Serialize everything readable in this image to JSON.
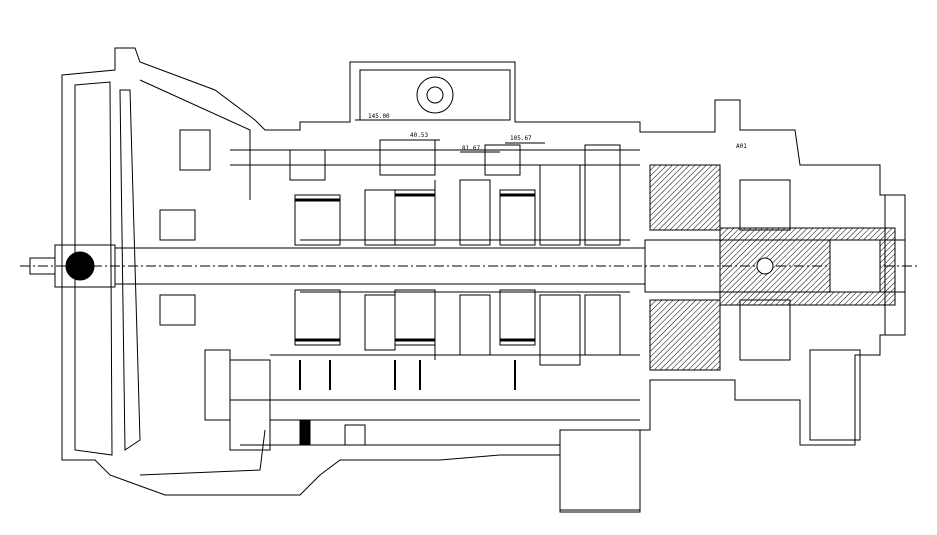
{
  "drawing": {
    "subject": "gearbox-cross-section",
    "dimensions": [
      {
        "id": "dim-top-left",
        "label": "145.00"
      },
      {
        "id": "dim-upper-left",
        "label": "40.53"
      },
      {
        "id": "dim-middle",
        "label": "81.67"
      },
      {
        "id": "dim-right",
        "label": "105.67"
      },
      {
        "id": "dim-rear",
        "label": "A01"
      }
    ],
    "colors": {
      "line": "#000000",
      "background": "#ffffff"
    }
  }
}
